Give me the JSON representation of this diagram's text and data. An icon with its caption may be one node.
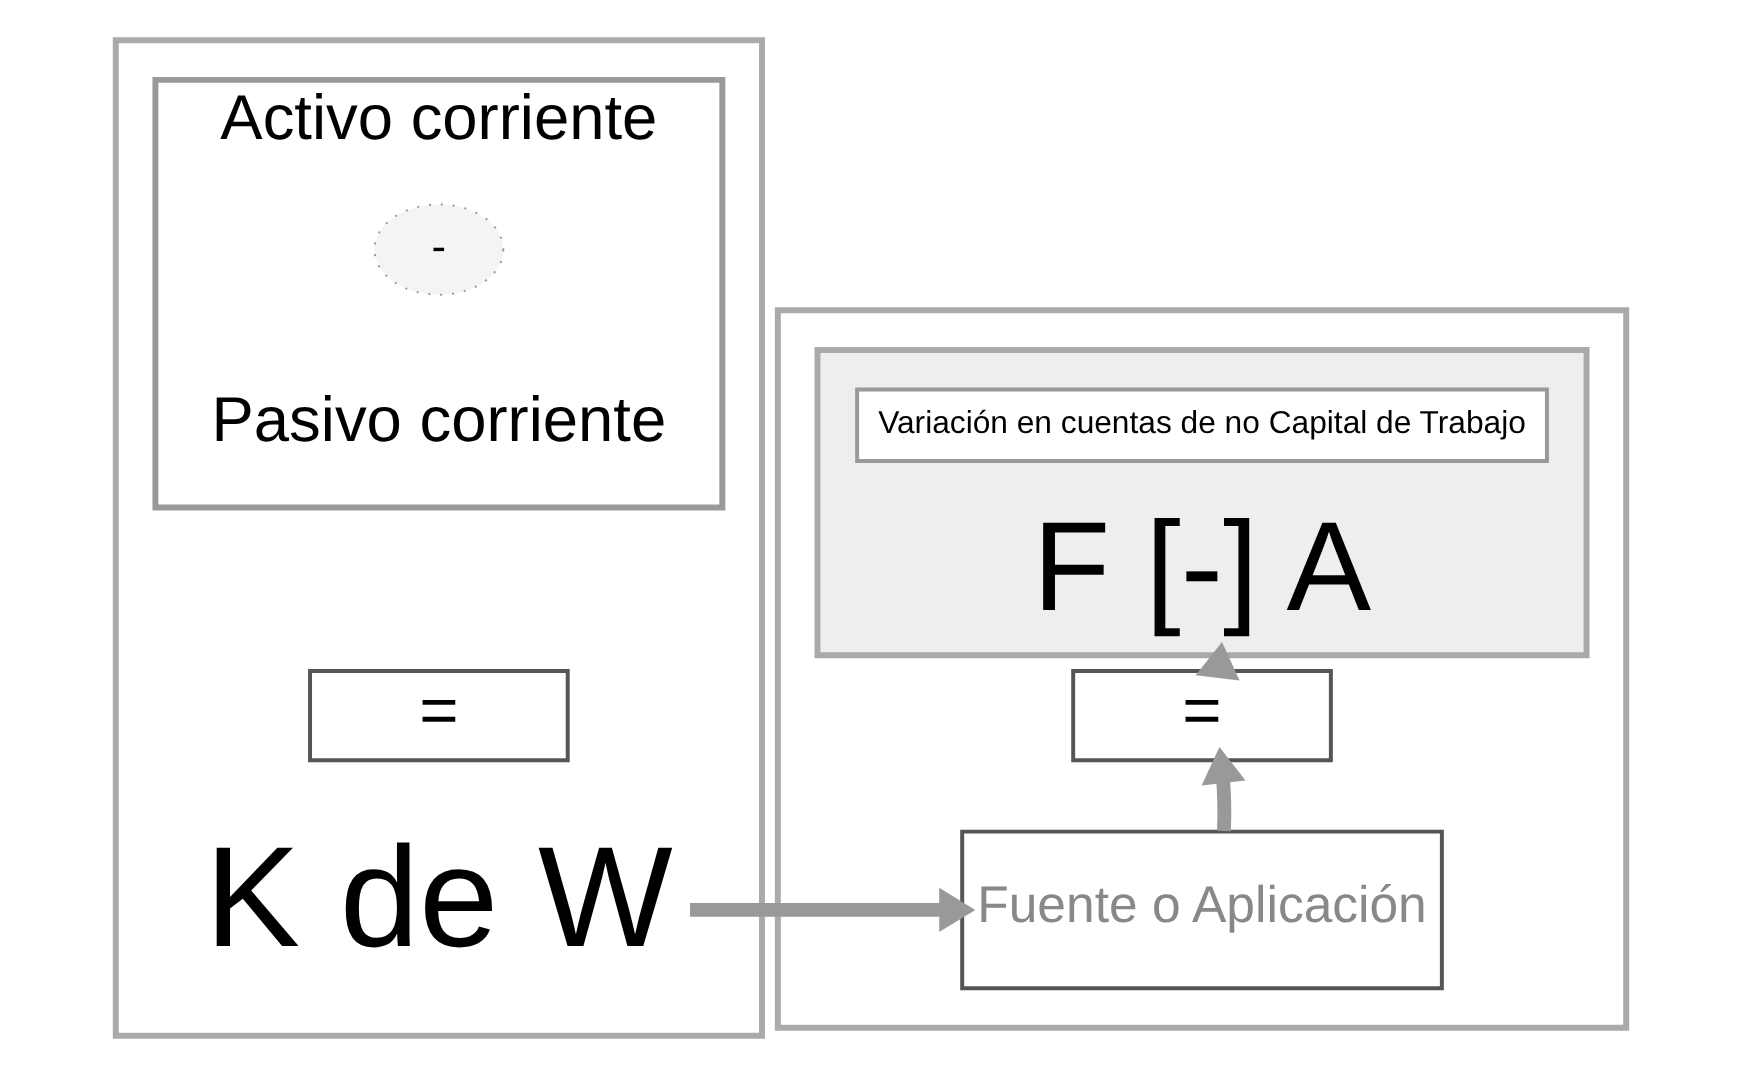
{
  "diagram": {
    "nodes": [
      {
        "text": [],
        "shape": "box"
      },
      {
        "text": [
          "Activo corriente",
          "Pasivo corriente"
        ],
        "in": 0
      },
      {
        "text": [
          "-"
        ],
        "in": 1
      },
      {
        "text": [
          "="
        ],
        "in": 0
      },
      {
        "text": [
          "K de W"
        ],
        "in": 0
      },
      {
        "text": [],
        "shape": "box"
      },
      {
        "text": [
          "F [-] A"
        ],
        "in": 5
      },
      {
        "text": [
          "Variación en cuentas de no Capital de Trabajo"
        ],
        "in": 6
      },
      {
        "text": [
          "="
        ],
        "in": 5
      },
      {
        "text": [
          "Fuente o Aplicación"
        ],
        "in": 5
      }
    ],
    "edges": [
      {
        "from": 9,
        "to": 8,
        "arrow": "to"
      },
      {
        "from": 8,
        "to": 6,
        "arrow": "to"
      },
      {
        "from": 4,
        "to": 9,
        "arrow": "to"
      }
    ]
  }
}
